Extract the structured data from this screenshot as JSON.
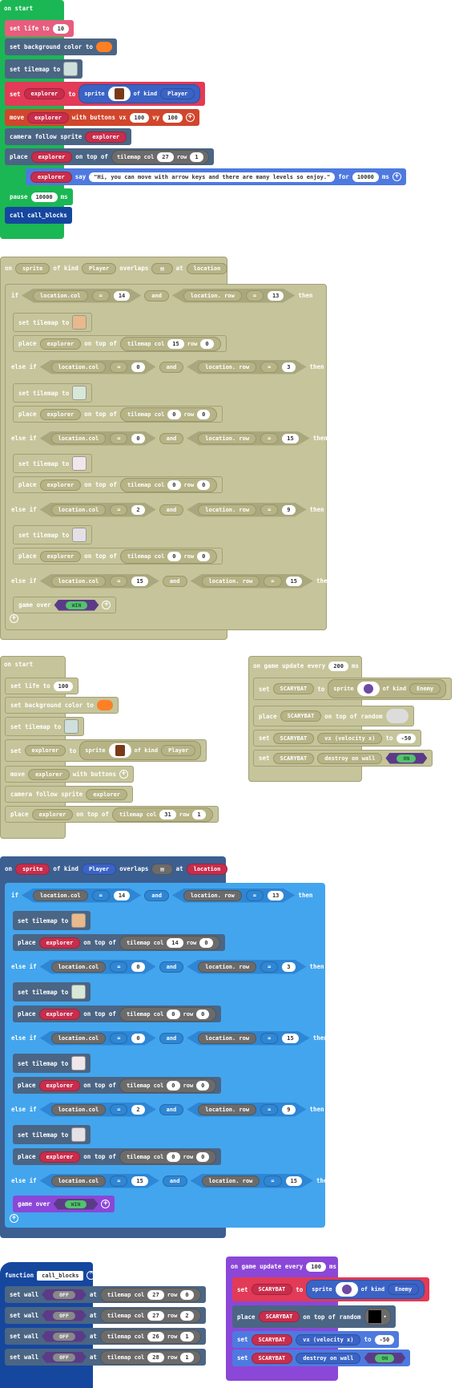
{
  "labels": {
    "on_start": "on start",
    "set_life_to": "set life to",
    "set_bg_color": "set background color to",
    "set_tilemap_to": "set tilemap to",
    "set": "set",
    "to": "to",
    "sprite": "sprite",
    "of_kind": "of kind",
    "move": "move",
    "with_buttons_vx": "with buttons vx",
    "with_buttons": "with buttons",
    "vy": "vy",
    "camera_follow": "camera follow sprite",
    "place": "place",
    "on_top_of": "on top of",
    "tilemap_col": "tilemap col",
    "row": "row",
    "say": "say",
    "for": "for",
    "ms": "ms",
    "pause": "pause",
    "call": "call",
    "call_blocks": "call_blocks",
    "on": "on",
    "overlaps": "overlaps",
    "at": "at",
    "location": "location",
    "if": "if",
    "else_if": "else if",
    "then": "then",
    "and": "and",
    "eq": "=",
    "location_col": "location.col",
    "location_row": "location. row",
    "game_over": "game over",
    "win": "WIN",
    "on_game_update": "on game update every",
    "on_top_of_random": "on top of random",
    "vx_velocity": "vx (velocity x)",
    "destroy_on_wall": "destroy on wall",
    "on_toggle": "ON",
    "function": "function",
    "set_wall": "set wall",
    "off": "OFF"
  },
  "values": {
    "explorer": "explorer",
    "player": "Player",
    "enemy": "Enemy",
    "scarybat": "SCARYBAT",
    "say_text": "\"Hi, you can move with arrow keys and there are many levels so enjoy.\"",
    "n10": "10",
    "n100": "100",
    "n27": "27",
    "n1": "1",
    "n10000": "10000",
    "n14": "14",
    "n13": "13",
    "n15": "15",
    "n0": "0",
    "n3": "3",
    "n2": "2",
    "n9": "9",
    "n31": "31",
    "n200": "200",
    "nm50": "-50",
    "n26": "26",
    "n28": "28"
  },
  "colors": {
    "events": "#1bb754",
    "info": "#e75d7e",
    "scene": "#4b6584",
    "sprites": "#e23a57",
    "controller": "#d1462c",
    "sprite_value": "#4e7ae0",
    "functions": "#15479f",
    "logic": "#43a5ee",
    "game": "#8b47d7",
    "disabled": "#c6c49a",
    "bg_orange": "#ff7f24"
  }
}
